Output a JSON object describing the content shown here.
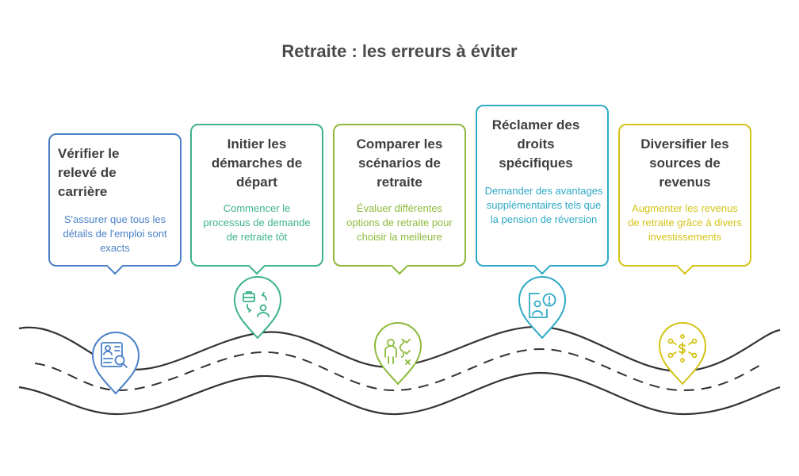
{
  "title": "Retraite : les erreurs à éviter",
  "steps": [
    {
      "heading": "Vérifier le relevé de carrière",
      "description": "S'assurer que tous les détails de l'emploi sont exacts",
      "color": "#4a80c8",
      "icon": "resume-search-icon"
    },
    {
      "heading": "Initier les démarches de départ",
      "description": "Commencer le processus de demande de retraite tôt",
      "color": "#3db386",
      "icon": "briefcase-person-cycle-icon"
    },
    {
      "heading": "Comparer les scénarios de retraite",
      "description": "Évaluer différentes options de retraite pour choisir la meilleure",
      "color": "#8dba3c",
      "icon": "person-checklist-icon"
    },
    {
      "heading": "Réclamer des droits spécifiques",
      "description": "Demander des avantages supplémentaires tels que la pension de réversion",
      "color": "#2fa9c6",
      "icon": "person-alert-icon"
    },
    {
      "heading": "Diversifier les sources de revenus",
      "description": "Augmenter les revenus de retraite grâce à divers investissements",
      "color": "#d4c318",
      "icon": "money-network-icon"
    }
  ]
}
